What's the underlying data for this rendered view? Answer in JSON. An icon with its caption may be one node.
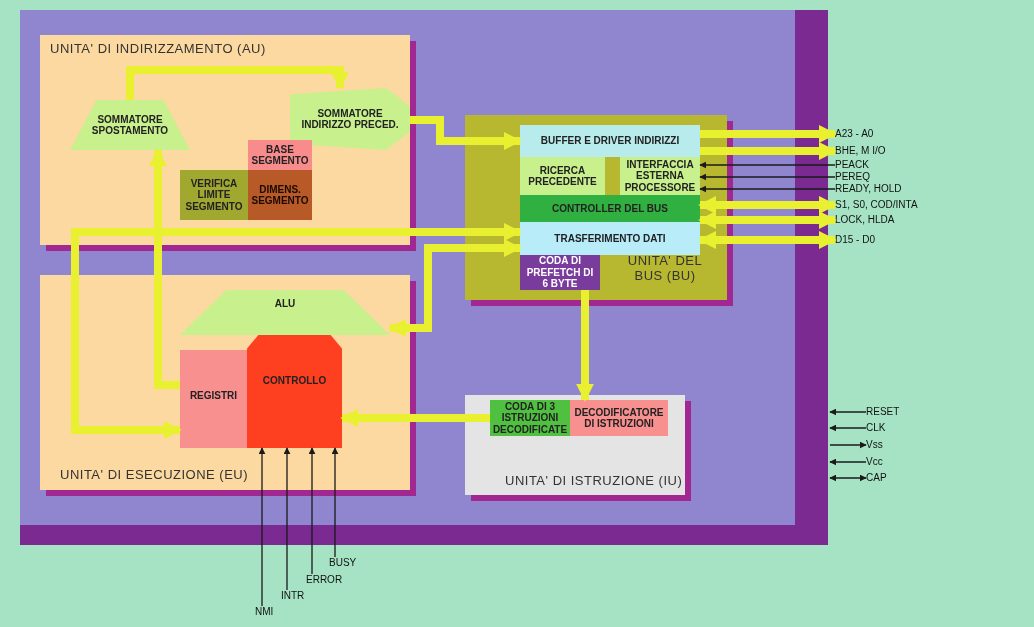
{
  "diagram": {
    "nodes": [
      {
        "text": [
          "UNITA' DI INDIRIZZAMENTO (AU)"
        ]
      },
      {
        "text": [
          "SOMMATORE SPOSTAMENTO"
        ],
        "in": 0
      },
      {
        "text": [
          "SOMMATORE INDIRIZZO PRECED."
        ],
        "in": 0
      },
      {
        "text": [
          "VERIFICA LIMITE SEGMENTO"
        ],
        "in": 0
      },
      {
        "text": [
          "BASE SEGMENTO"
        ],
        "in": 0
      },
      {
        "text": [
          "DIMENS. SEGMENTO"
        ],
        "in": 0
      },
      {
        "text": [
          "UNITA' DEL BUS (BU)"
        ]
      },
      {
        "text": [
          "BUFFER E DRIVER INDIRIZZI"
        ],
        "in": 6
      },
      {
        "text": [
          "RICERCA PRECEDENTE"
        ],
        "in": 6
      },
      {
        "text": [
          "INTERFACCIA ESTERNA PROCESSORE"
        ],
        "in": 6
      },
      {
        "text": [
          "CONTROLLER DEL BUS"
        ],
        "in": 6
      },
      {
        "text": [
          "TRASFERIMENTO DATI"
        ],
        "in": 6
      },
      {
        "text": [
          "CODA DI PREFETCH DI 6 BYTE"
        ],
        "in": 6
      },
      {
        "text": [
          "UNITA' DI ESECUZIONE (EU)"
        ]
      },
      {
        "text": [
          "ALU"
        ],
        "in": 13
      },
      {
        "text": [
          "REGISTRI"
        ],
        "in": 13
      },
      {
        "text": [
          "CONTROLLO"
        ],
        "in": 13
      },
      {
        "text": [
          "UNITA' DI ISTRUZIONE (IU)"
        ]
      },
      {
        "text": [
          "CODA DI 3 ISTRUZIONI DECODIFICATE"
        ],
        "in": 17
      },
      {
        "text": [
          "DECODIFICATORE DI ISTRUZIONI"
        ],
        "in": 17
      },
      {
        "text": [
          "A23 - A0"
        ]
      },
      {
        "text": [
          "BHE, M I/O"
        ]
      },
      {
        "text": [
          "PEACK"
        ]
      },
      {
        "text": [
          "PEREQ"
        ]
      },
      {
        "text": [
          "READY, HOLD"
        ]
      },
      {
        "text": [
          "S1, S0, COD/INTA"
        ]
      },
      {
        "text": [
          "LOCK, HLDA"
        ]
      },
      {
        "text": [
          "D15 - D0"
        ]
      },
      {
        "text": [
          "RESET"
        ]
      },
      {
        "text": [
          "CLK"
        ]
      },
      {
        "text": [
          "Vss"
        ]
      },
      {
        "text": [
          "Vcc"
        ]
      },
      {
        "text": [
          "CAP"
        ]
      },
      {
        "text": [
          "NMI"
        ]
      },
      {
        "text": [
          "INTR"
        ]
      },
      {
        "text": [
          "ERROR"
        ]
      },
      {
        "text": [
          "BUSY"
        ]
      }
    ],
    "edges": [
      {
        "from": 1,
        "to": 2,
        "arrow": "to",
        "style": "thick",
        "color": "#e8f030"
      },
      {
        "from": 2,
        "to": 7,
        "arrow": "to",
        "style": "thick",
        "color": "#e8f030"
      },
      {
        "from": 15,
        "to": 1,
        "arrow": "to",
        "style": "thick",
        "color": "#e8f030"
      },
      {
        "from": 15,
        "to": 11,
        "arrow": "both",
        "style": "thick",
        "color": "#e8f030"
      },
      {
        "from": 14,
        "to": 11,
        "arrow": "both",
        "style": "thick",
        "color": "#e8f030"
      },
      {
        "from": 12,
        "to": 19,
        "arrow": "to",
        "style": "thick",
        "color": "#e8f030"
      },
      {
        "from": 18,
        "to": 16,
        "arrow": "to",
        "style": "thick",
        "color": "#e8f030"
      },
      {
        "from": 7,
        "to": 20,
        "arrow": "to",
        "style": "thick",
        "color": "#e8f030"
      },
      {
        "from": 7,
        "to": 21,
        "arrow": "to",
        "style": "thick",
        "color": "#e8f030"
      },
      {
        "from": 22,
        "to": 9,
        "arrow": "to",
        "color": "#1a1a1a"
      },
      {
        "from": 23,
        "to": 9,
        "arrow": "to",
        "color": "#1a1a1a"
      },
      {
        "from": 24,
        "to": 9,
        "arrow": "to",
        "color": "#1a1a1a"
      },
      {
        "from": 10,
        "to": 25,
        "arrow": "both",
        "style": "thick",
        "color": "#e8f030"
      },
      {
        "from": 10,
        "to": 26,
        "arrow": "both",
        "style": "thick",
        "color": "#e8f030"
      },
      {
        "from": 11,
        "to": 27,
        "arrow": "both",
        "style": "thick",
        "color": "#e8f030"
      },
      {
        "from": 28,
        "to": null,
        "arrow": "to",
        "color": "#1a1a1a"
      },
      {
        "from": 29,
        "to": null,
        "arrow": "to",
        "color": "#1a1a1a"
      },
      {
        "from": null,
        "to": 30,
        "arrow": "to",
        "color": "#1a1a1a"
      },
      {
        "from": 31,
        "to": null,
        "arrow": "to",
        "color": "#1a1a1a"
      },
      {
        "from": null,
        "to": 32,
        "arrow": "both",
        "color": "#1a1a1a"
      },
      {
        "from": 33,
        "to": 16,
        "arrow": "to",
        "color": "#1a1a1a"
      },
      {
        "from": 34,
        "to": 16,
        "arrow": "to",
        "color": "#1a1a1a"
      },
      {
        "from": 35,
        "to": 16,
        "arrow": "to",
        "color": "#1a1a1a"
      },
      {
        "from": 36,
        "to": 16,
        "arrow": "to",
        "color": "#1a1a1a"
      }
    ]
  }
}
